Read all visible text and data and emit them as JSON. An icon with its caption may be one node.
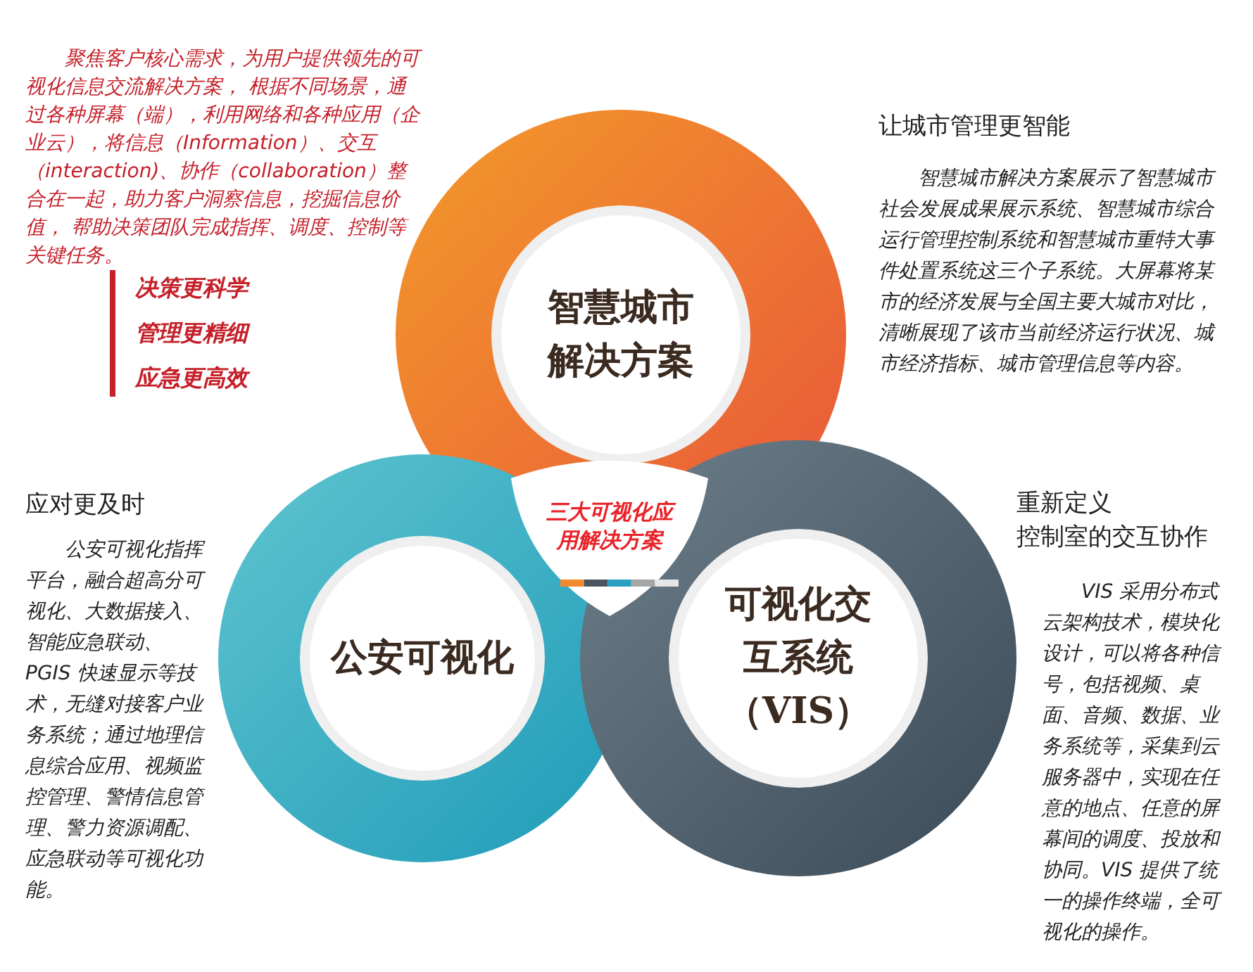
{
  "diagram": {
    "nodes": [
      {
        "text": [
          "智慧城市解决方案"
        ]
      },
      {
        "text": [
          "公安可视化"
        ]
      },
      {
        "text": [
          "可视化交互系统（VIS）"
        ]
      }
    ],
    "labels": [
      "聚焦客户核心需求，为用户提供领先的可视化信息交流解决方案， 根据不同场景，通过各种屏幕（端），利用网络和各种应用（企业云），将信息（Information）、交互（interaction)、协作（collaboration）整合在一起，助力客户洞察信息，挖掘信息价值， 帮助决策团队完成指挥、调度、控制等关键任务。",
      "决策更科学",
      "管理更精细",
      "应急更高效",
      "让城市管理更智能",
      "智慧城市解决方案展示了智慧城市社会发展成果展示系统、智慧城市综合运行管理控制系统和智慧城市重特大事件处置系统这三个子系统。大屏幕将某市的经济发展与全国主要大城市对比，清晰展现了该市当前经济运行状况、城市经济指标、城市管理信息等内容。",
      "应对更及时",
      "公安可视化指挥平台，融合超高分可视化、大数据接入、智能应急联动、 PGIS 快速显示等技术，无缝对接客户业务系统；通过地理信息综合应用、视频监控管理、警情信息管理、警力资源调配、应急联动等可视化功能。",
      "三大可视化应用解决方案",
      "重新定义控制室的交互协作",
      "VIS 采用分布式云架构技术，模块化设计，可以将各种信号，包括视频、桌面、音频、数据、业务系统等，采集到云服务器中，实现在任意的地点、任意的屏幕间的调度、投放和协同。VIS 提供了统一的操作终端，全可视化的操作。"
    ]
  }
}
